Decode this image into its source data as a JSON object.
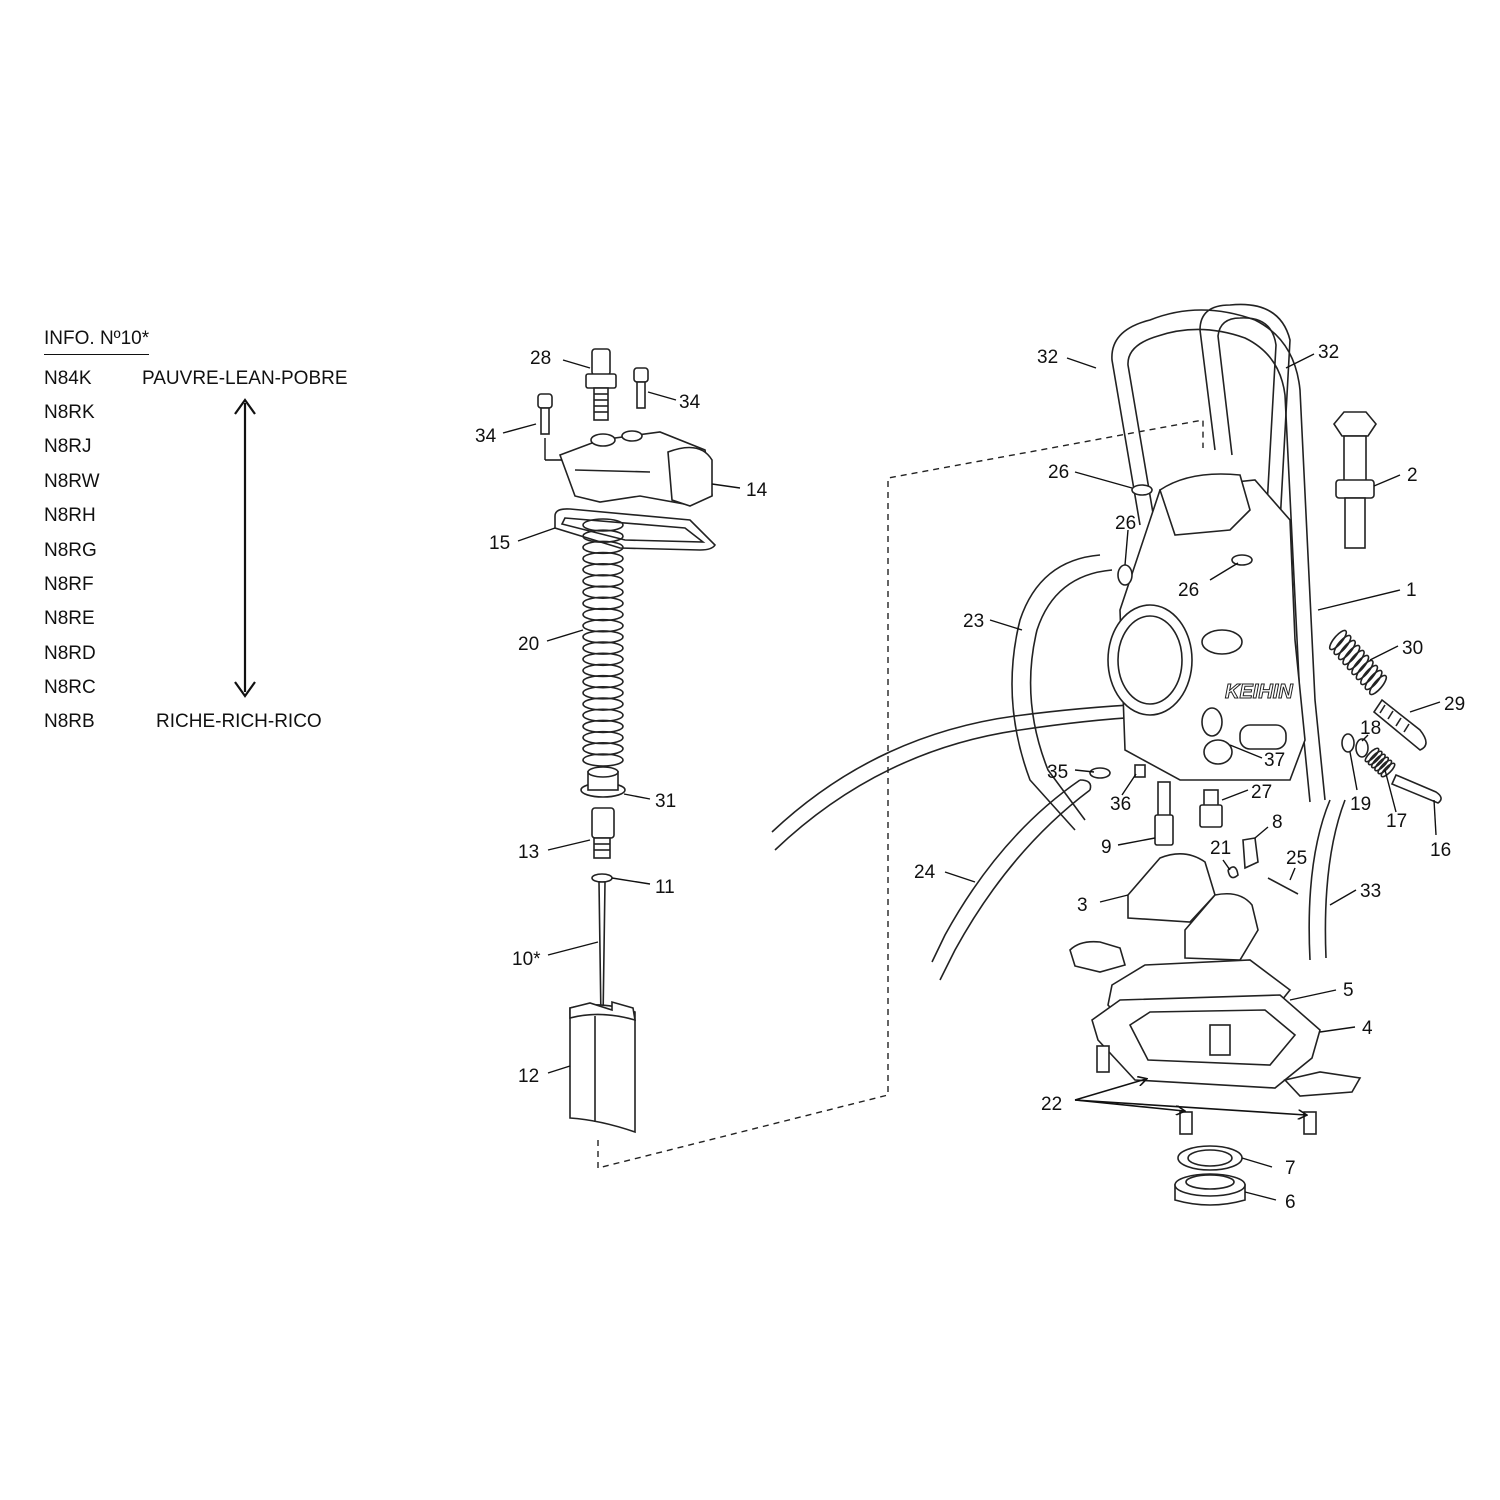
{
  "info": {
    "title": "INFO. Nº10*",
    "needles": [
      {
        "code": "N84K",
        "desc": "PAUVRE-LEAN-POBRE"
      },
      {
        "code": "N8RK",
        "desc": ""
      },
      {
        "code": "N8RJ",
        "desc": ""
      },
      {
        "code": "N8RW",
        "desc": ""
      },
      {
        "code": "N8RH",
        "desc": ""
      },
      {
        "code": "N8RG",
        "desc": ""
      },
      {
        "code": "N8RF",
        "desc": ""
      },
      {
        "code": "N8RE",
        "desc": ""
      },
      {
        "code": "N8RD",
        "desc": ""
      },
      {
        "code": "N8RC",
        "desc": ""
      },
      {
        "code": "N8RB",
        "desc": "RICHE-RICH-RICO"
      }
    ]
  },
  "callouts": {
    "c1": "1",
    "c2": "2",
    "c3": "3",
    "c4": "4",
    "c5": "5",
    "c6": "6",
    "c7": "7",
    "c8": "8",
    "c9": "9",
    "c10": "10*",
    "c11": "11",
    "c12": "12",
    "c13": "13",
    "c14": "14",
    "c15": "15",
    "c16": "16",
    "c17": "17",
    "c18": "18",
    "c19": "19",
    "c20": "20",
    "c21": "21",
    "c22": "22",
    "c23": "23",
    "c24": "24",
    "c25": "25",
    "c26": "26",
    "c27": "27",
    "c28": "28",
    "c29": "29",
    "c30": "30",
    "c31": "31",
    "c32": "32",
    "c33": "33",
    "c34": "34",
    "c35": "35",
    "c36": "36",
    "c37": "37"
  }
}
